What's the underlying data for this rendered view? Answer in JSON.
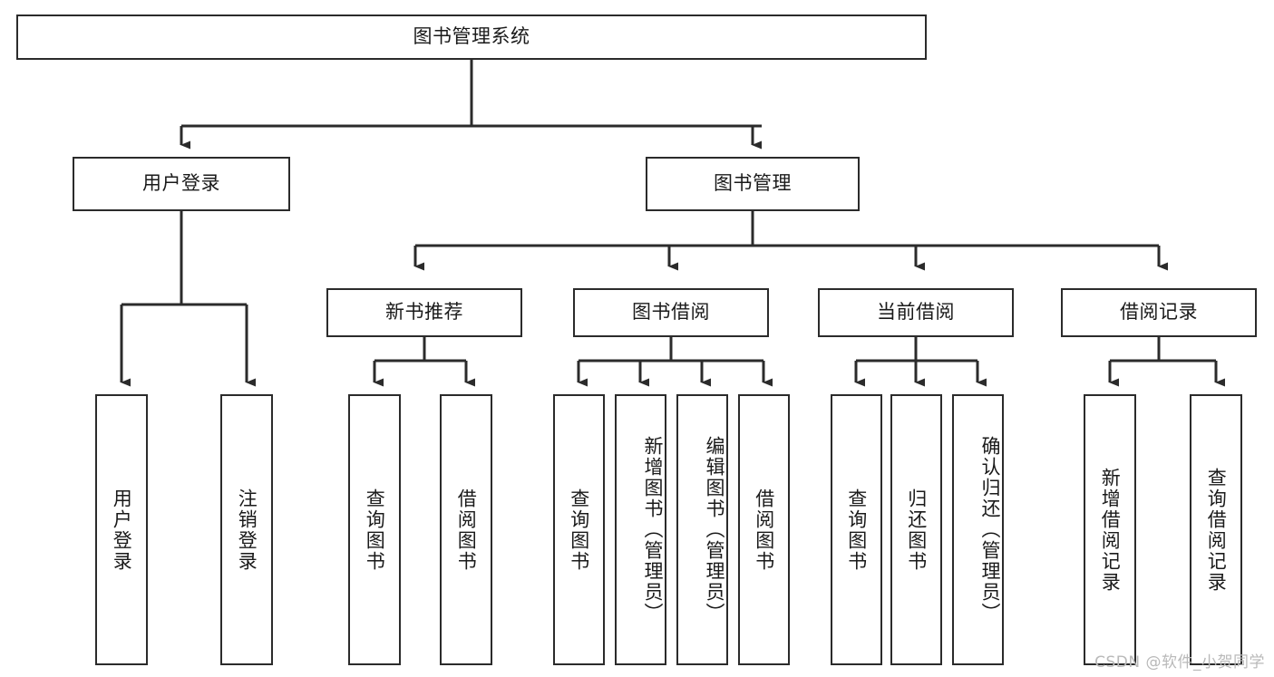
{
  "diagram": {
    "type": "tree-hierarchy",
    "title": "图书管理系统",
    "orientation": "top-down",
    "colors": {
      "box_border": "#2b2b2b",
      "box_fill": "#ffffff",
      "connector": "#2b2b2b",
      "text": "#1a1a1a",
      "watermark": "#b9b9b9",
      "background": "#ffffff"
    },
    "root": {
      "id": "root",
      "label": "图书管理系统",
      "orientation": "horizontal"
    },
    "level2": [
      {
        "id": "user-login",
        "label": "用户登录",
        "orientation": "horizontal"
      },
      {
        "id": "book-manage",
        "label": "图书管理",
        "orientation": "horizontal"
      }
    ],
    "level3": [
      {
        "id": "new-book-recommend",
        "label": "新书推荐",
        "orientation": "horizontal"
      },
      {
        "id": "book-borrow",
        "label": "图书借阅",
        "orientation": "horizontal"
      },
      {
        "id": "current-borrow",
        "label": "当前借阅",
        "orientation": "horizontal"
      },
      {
        "id": "borrow-record",
        "label": "借阅记录",
        "orientation": "horizontal"
      }
    ],
    "leaves": {
      "user-login": [
        {
          "id": "leaf-user-login",
          "label": "用户登录",
          "orientation": "vertical"
        },
        {
          "id": "leaf-user-logout",
          "label": "注销登录",
          "orientation": "vertical"
        }
      ],
      "new-book-recommend": [
        {
          "id": "leaf-query-book-1",
          "label": "查询图书",
          "orientation": "vertical"
        },
        {
          "id": "leaf-borrow-book-1",
          "label": "借阅图书",
          "orientation": "vertical"
        }
      ],
      "book-borrow": [
        {
          "id": "leaf-query-book-2",
          "label": "查询图书",
          "orientation": "vertical"
        },
        {
          "id": "leaf-add-book",
          "label": "新增图书（管理员）",
          "orientation": "vertical"
        },
        {
          "id": "leaf-edit-book",
          "label": "编辑图书（管理员）",
          "orientation": "vertical"
        },
        {
          "id": "leaf-borrow-book-2",
          "label": "借阅图书",
          "orientation": "vertical"
        }
      ],
      "current-borrow": [
        {
          "id": "leaf-query-book-3",
          "label": "查询图书",
          "orientation": "vertical"
        },
        {
          "id": "leaf-return-book",
          "label": "归还图书",
          "orientation": "vertical"
        },
        {
          "id": "leaf-confirm-return",
          "label": "确认归还（管理员）",
          "orientation": "vertical"
        }
      ],
      "borrow-record": [
        {
          "id": "leaf-add-record",
          "label": "新增借阅记录",
          "orientation": "vertical"
        },
        {
          "id": "leaf-query-record",
          "label": "查询借阅记录",
          "orientation": "vertical"
        }
      ]
    }
  },
  "watermark": {
    "text": "CSDN @软件_小贺同学"
  }
}
